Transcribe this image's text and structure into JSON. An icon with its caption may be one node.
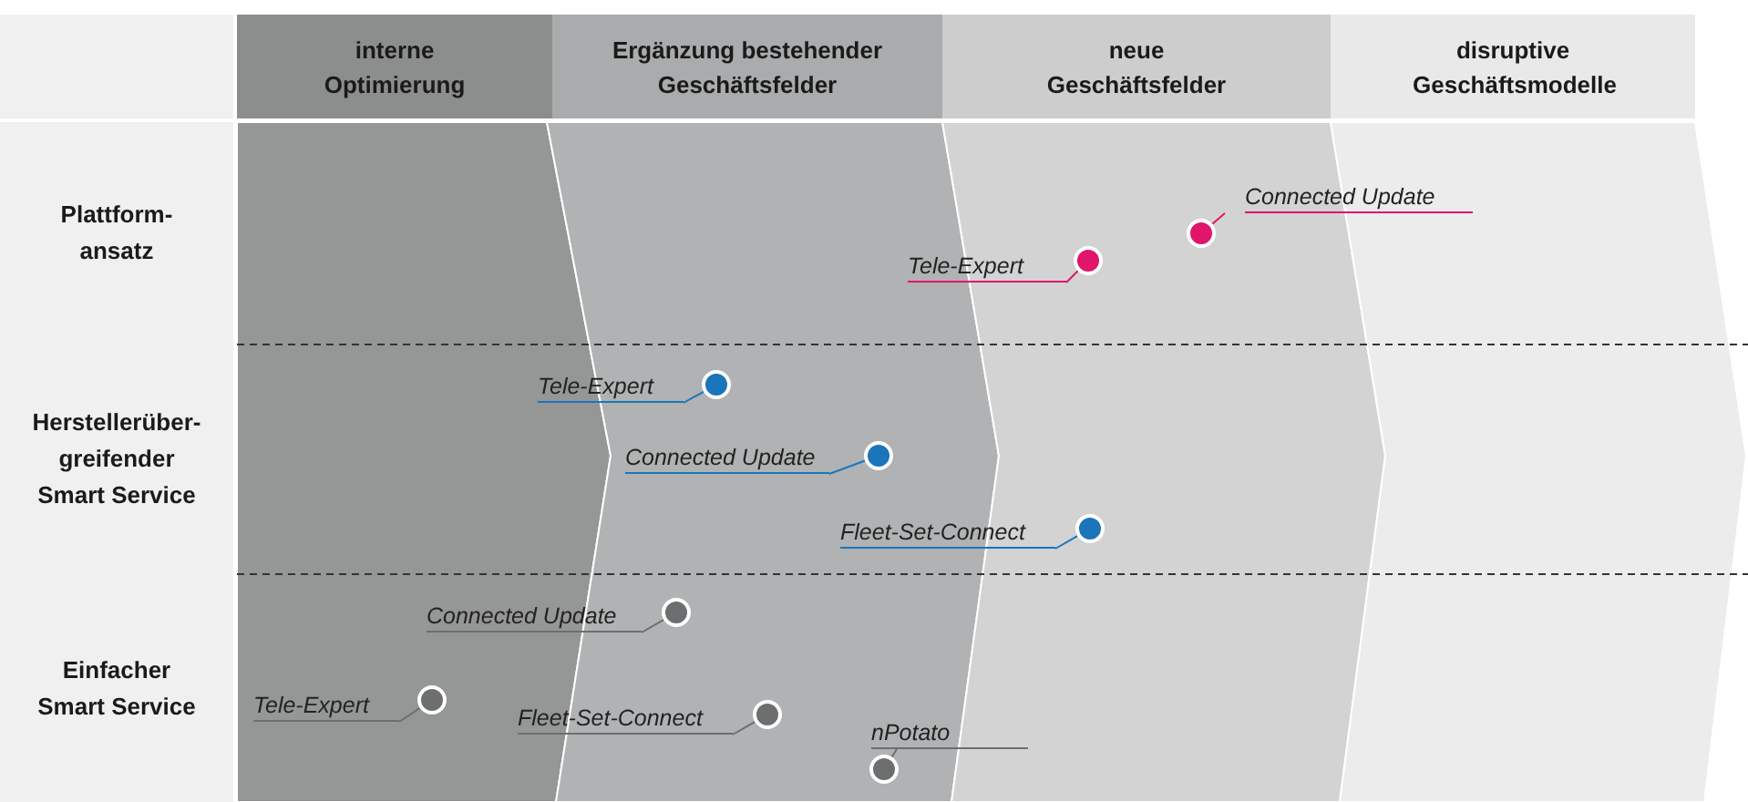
{
  "diagram": {
    "nodes": [
      {
        "text": [
          "interne Optimierung"
        ]
      },
      {
        "text": [
          "Ergänzung bestehender Geschäftsfelder"
        ]
      },
      {
        "text": [
          "neue Geschäftsfelder"
        ]
      },
      {
        "text": [
          "disruptive Geschäftsmodelle"
        ]
      },
      {
        "text": [
          "Connected Update"
        ]
      },
      {
        "text": [],
        "shape": "circle"
      },
      {
        "text": [
          "Tele-Expert"
        ]
      },
      {
        "text": [],
        "shape": "circle"
      },
      {
        "text": [
          "Tele-Expert"
        ]
      },
      {
        "text": [],
        "shape": "circle"
      },
      {
        "text": [
          "Connected Update"
        ]
      },
      {
        "text": [],
        "shape": "circle"
      },
      {
        "text": [
          "Fleet-Set-Connect"
        ]
      },
      {
        "text": [],
        "shape": "circle"
      },
      {
        "text": [
          "Connected Update"
        ]
      },
      {
        "text": [],
        "shape": "circle"
      },
      {
        "text": [
          "Tele-Expert"
        ]
      },
      {
        "text": [],
        "shape": "circle"
      },
      {
        "text": [
          "Fleet-Set-Connect"
        ]
      },
      {
        "text": [],
        "shape": "circle"
      },
      {
        "text": [
          "nPotato"
        ]
      },
      {
        "text": [],
        "shape": "circle"
      }
    ],
    "edges": [
      {
        "from": 4,
        "to": 5,
        "arrow": "none",
        "color": "#e0156b"
      },
      {
        "from": 6,
        "to": 7,
        "arrow": "none",
        "color": "#e0156b"
      },
      {
        "from": 8,
        "to": 9,
        "arrow": "none",
        "color": "#1a75bb"
      },
      {
        "from": 10,
        "to": 11,
        "arrow": "none",
        "color": "#1a75bb"
      },
      {
        "from": 12,
        "to": 13,
        "arrow": "none",
        "color": "#1a75bb"
      },
      {
        "from": 14,
        "to": 15,
        "arrow": "none"
      },
      {
        "from": 16,
        "to": 17,
        "arrow": "none"
      },
      {
        "from": 18,
        "to": 19,
        "arrow": "none"
      },
      {
        "from": 20,
        "to": 21,
        "arrow": "none"
      }
    ],
    "labels": [
      "Plattform-ansatz",
      "Herstellerüber-greifender Smart Service",
      "Einfacher Smart Service"
    ]
  }
}
